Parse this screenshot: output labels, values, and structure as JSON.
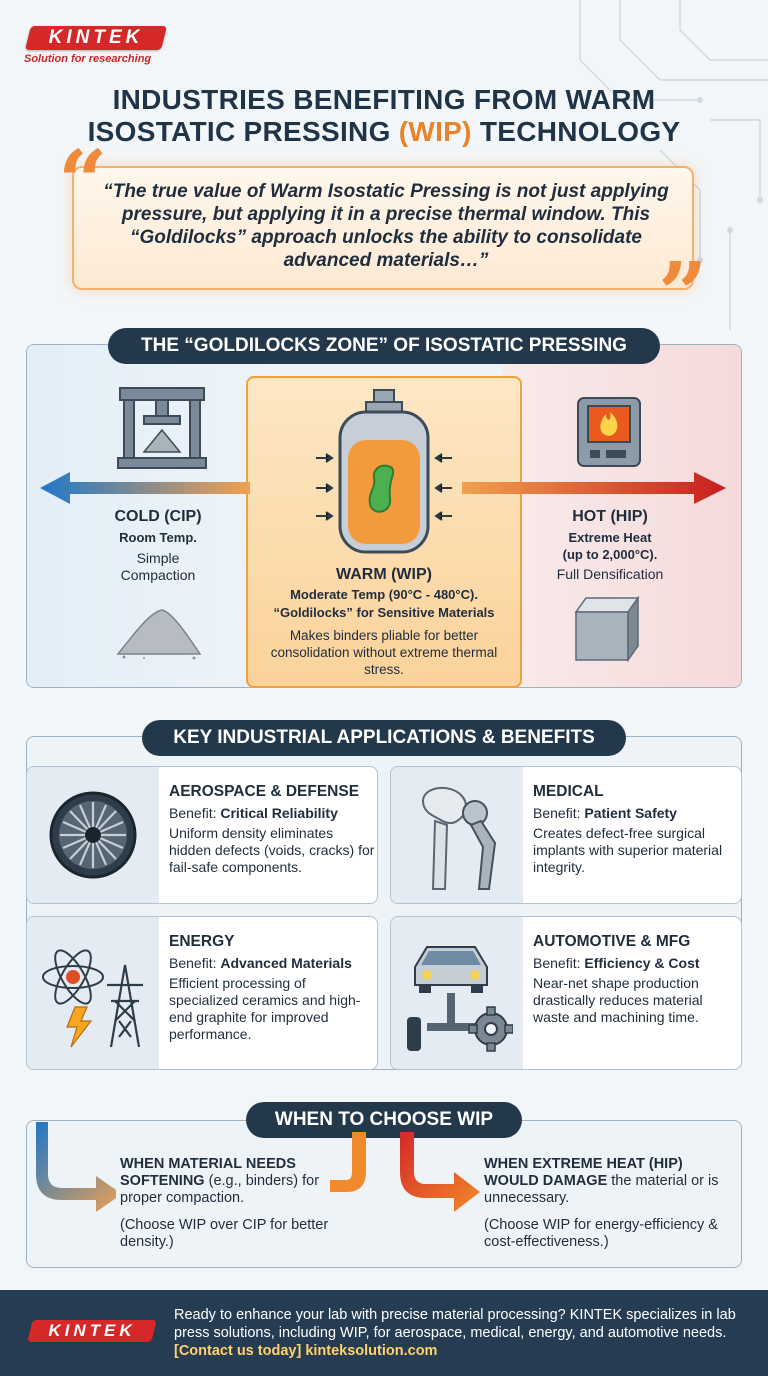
{
  "brand": {
    "name": "KINTEK",
    "tagline": "Solution for researching"
  },
  "title": {
    "line1": "INDUSTRIES BENEFITING FROM WARM",
    "line2_pre": "ISOSTATIC PRESSING ",
    "line2_hl": "(WIP)",
    "line2_post": " TECHNOLOGY"
  },
  "quote": {
    "open": "“",
    "close": "”",
    "text": "“The true value of Warm Isostatic Pressing is not just applying pressure, but applying it in a precise thermal window. This “Goldilocks” approach unlocks the ability to consolidate advanced materials…”"
  },
  "goldilocks": {
    "heading": "THE “GOLDILOCKS ZONE” OF ISOSTATIC PRESSING",
    "cold": {
      "title": "COLD (CIP)",
      "line1": "Room Temp.",
      "line2": "Simple",
      "line3": "Compaction"
    },
    "warm": {
      "title": "WARM (WIP)",
      "line1": "Moderate Temp (90°C - 480°C).",
      "line2": "“Goldilocks” for Sensitive Materials",
      "line3": "Makes binders pliable for better consolidation without extreme thermal stress."
    },
    "hot": {
      "title": "HOT (HIP)",
      "line1": "Extreme Heat",
      "line2": "(up to 2,000°C).",
      "line3": "Full Densification"
    }
  },
  "applications": {
    "heading": "KEY INDUSTRIAL APPLICATIONS & BENEFITS",
    "benefit_prefix": "Benefit: ",
    "items": [
      {
        "title": "AEROSPACE & DEFENSE",
        "benefit": "Critical Reliability",
        "desc": "Uniform density eliminates hidden defects (voids, cracks) for fail-safe components."
      },
      {
        "title": "MEDICAL",
        "benefit": "Patient Safety",
        "desc": "Creates defect-free surgical implants with superior material integrity."
      },
      {
        "title": "ENERGY",
        "benefit": "Advanced Materials",
        "desc": "Efficient processing of specialized ceramics and high-end graphite for improved performance."
      },
      {
        "title": "AUTOMOTIVE & MFG",
        "benefit": "Efficiency & Cost",
        "desc": "Near-net shape production drastically reduces material waste and machining time."
      }
    ]
  },
  "when": {
    "heading": "WHEN TO CHOOSE WIP",
    "left": {
      "bold": "WHEN MATERIAL NEEDS SOFTENING",
      "rest": " (e.g., binders) for proper compaction.",
      "note": "(Choose WIP over CIP for better density.)"
    },
    "right": {
      "bold": "WHEN EXTREME HEAT (HIP) WOULD DAMAGE",
      "rest": " the material or is unnecessary.",
      "note": "(Choose WIP for energy-efficiency & cost-effectiveness.)"
    }
  },
  "footer": {
    "text": "Ready to enhance your lab with precise material processing? KINTEK specializes in lab press solutions, including WIP, for aerospace, medical, energy, and automotive needs. ",
    "cta": "[Contact us today]",
    "url": "kinteksolution.com"
  }
}
